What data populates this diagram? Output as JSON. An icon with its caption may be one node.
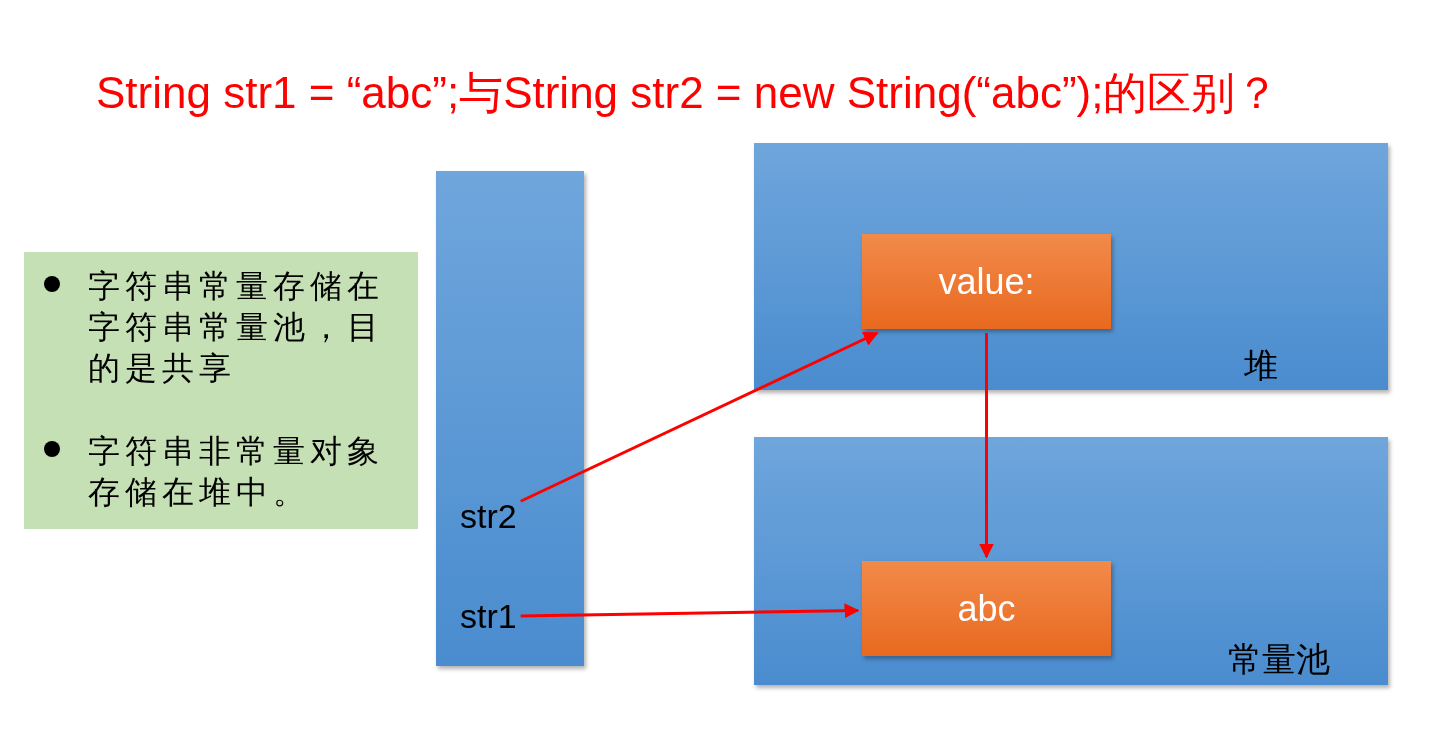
{
  "diagram": {
    "title": "String str1 = “abc”;与String str2 = new String(“abc”);的区别？",
    "nodes": [
      {
        "text": [
          "字符串常量存储在字符串常量池，目的是共享",
          "字符串非常量对象存储在堆中。"
        ]
      },
      {
        "text": [],
        "shape": "bar"
      },
      {
        "text": [
          "str2"
        ],
        "in": 1
      },
      {
        "text": [
          "str1"
        ],
        "in": 1
      },
      {
        "text": [
          "堆"
        ]
      },
      {
        "text": [
          "value:"
        ],
        "in": 4
      },
      {
        "text": [
          "常量池"
        ]
      },
      {
        "text": [
          "abc"
        ],
        "in": 6
      }
    ],
    "edges": [
      {
        "from": 2,
        "to": 5,
        "arrow": "to"
      },
      {
        "from": 5,
        "to": 7,
        "arrow": "to"
      },
      {
        "from": 3,
        "to": 7,
        "arrow": "to"
      }
    ]
  }
}
